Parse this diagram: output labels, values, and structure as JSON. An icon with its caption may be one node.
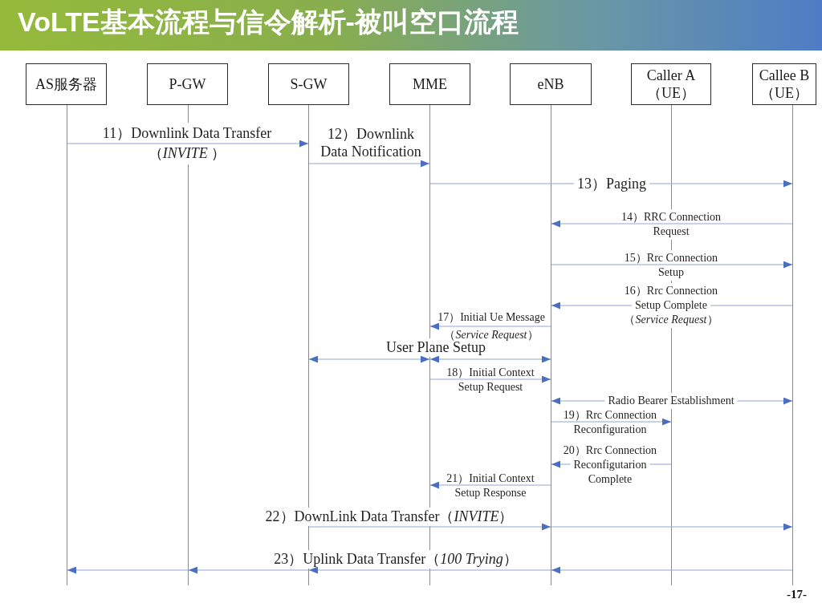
{
  "diagram": {
    "title": "VoLTE基本流程与信令解析-被叫空口流程",
    "nodes": [
      {
        "text": [
          "AS服务器"
        ]
      },
      {
        "text": [
          "P-GW"
        ]
      },
      {
        "text": [
          "S-GW"
        ]
      },
      {
        "text": [
          "MME"
        ]
      },
      {
        "text": [
          "eNB"
        ]
      },
      {
        "text": [
          "Caller A （UE）"
        ]
      },
      {
        "text": [
          "Callee B （UE）"
        ]
      },
      {
        "text": [],
        "shape": "line"
      },
      {
        "text": [],
        "shape": "line"
      },
      {
        "text": [],
        "shape": "line"
      },
      {
        "text": [],
        "shape": "line"
      },
      {
        "text": [],
        "shape": "line"
      },
      {
        "text": [],
        "shape": "line"
      },
      {
        "text": [],
        "shape": "line"
      }
    ],
    "edges": [
      {
        "from": 7,
        "to": 9,
        "arrow": "to",
        "label": "11）Downlink Data Transfer （*INVITE* ）"
      },
      {
        "from": 9,
        "to": 10,
        "arrow": "to",
        "label": "12）Downlink Data Notification"
      },
      {
        "from": 10,
        "to": 13,
        "arrow": "to",
        "label": "13）Paging"
      },
      {
        "from": 13,
        "to": 11,
        "arrow": "to",
        "label": "14）RRC Connection Request"
      },
      {
        "from": 11,
        "to": 13,
        "arrow": "to",
        "label": "15）Rrc Connection Setup"
      },
      {
        "from": 13,
        "to": 11,
        "arrow": "to",
        "label": "16）Rrc Connection Setup Complete （*Service Request*）"
      },
      {
        "from": 11,
        "to": 10,
        "arrow": "to",
        "label": "17）Initial Ue Message （*Service Request*）"
      },
      {
        "from": 9,
        "to": 10,
        "arrow": "both",
        "label": "User Plane Setup"
      },
      {
        "from": 10,
        "to": 11,
        "arrow": "both"
      },
      {
        "from": 10,
        "to": 11,
        "arrow": "to",
        "label": "18）Initial Context Setup Request"
      },
      {
        "from": 11,
        "to": 13,
        "arrow": "both",
        "label": "Radio Bearer Establishment"
      },
      {
        "from": 11,
        "to": 12,
        "arrow": "to",
        "label": "19）Rrc Connection Reconfiguration"
      },
      {
        "from": 12,
        "to": 11,
        "arrow": "to",
        "label": "20）Rrc Connection Reconfigutarion Complete"
      },
      {
        "from": 11,
        "to": 10,
        "arrow": "to",
        "label": "21）Initial Context Setup Response"
      },
      {
        "from": 9,
        "to": 11,
        "arrow": "to",
        "label": "22）DownLink Data Transfer（*INVITE*）"
      },
      {
        "from": 11,
        "to": 13,
        "arrow": "to"
      },
      {
        "from": 13,
        "to": 11,
        "arrow": "to"
      },
      {
        "from": 11,
        "to": 9,
        "arrow": "to",
        "label": "23）Uplink Data Transfer（*100 Trying*）"
      },
      {
        "from": 9,
        "to": 8,
        "arrow": "to"
      },
      {
        "from": 8,
        "to": 7,
        "arrow": "to"
      }
    ],
    "labels": [
      "-17-"
    ]
  }
}
